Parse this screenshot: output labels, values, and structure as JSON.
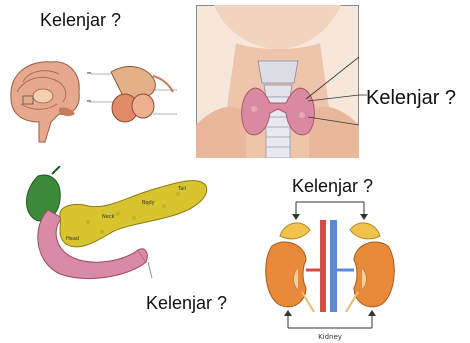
{
  "labels": {
    "top_left": "Kelenjar ?",
    "right": "Kelenjar ?",
    "mid_right": "Kelenjar ?",
    "bottom": "Kelenjar ?"
  },
  "pancreas": {
    "head": "Head",
    "neck": "Neck",
    "body": "Body",
    "tail": "Tail"
  },
  "kidney": {
    "caption": "Kidney"
  },
  "colors": {
    "thyroid": "#d98aa0",
    "skin": "#f0cdb5",
    "pancreas": "#d8c42e",
    "kidney": "#e88a3a",
    "adrenal": "#f2c24e",
    "gallbladder": "#3d8a3a"
  }
}
